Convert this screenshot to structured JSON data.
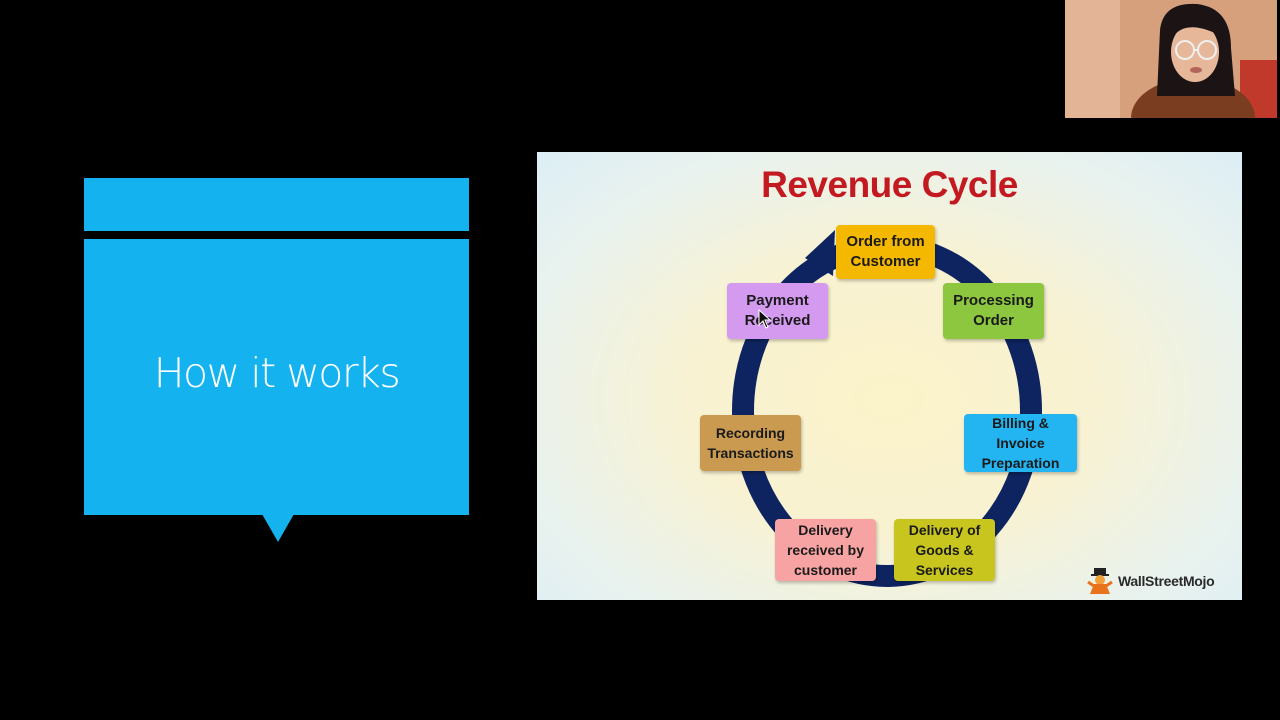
{
  "slide": {
    "title": "How it works"
  },
  "diagram": {
    "title": "Revenue Cycle",
    "stages": [
      {
        "label": "Order from Customer",
        "color": "#f5b800"
      },
      {
        "label": "Processing Order",
        "color": "#8dc63f"
      },
      {
        "label": "Billing & Invoice Preparation",
        "color": "#22b5f2"
      },
      {
        "label": "Delivery of Goods & Services",
        "color": "#c8c51e"
      },
      {
        "label": "Delivery received by customer",
        "color": "#f7a3a3"
      },
      {
        "label": "Recording Transactions",
        "color": "#c99a4f"
      },
      {
        "label": "Payment Received",
        "color": "#d49af0"
      }
    ],
    "cycle_color": "#0e2460",
    "brand": "WallStreetMojo"
  },
  "colors": {
    "accent": "#14b3f0",
    "title_red": "#c21a20",
    "background": "#000000"
  }
}
